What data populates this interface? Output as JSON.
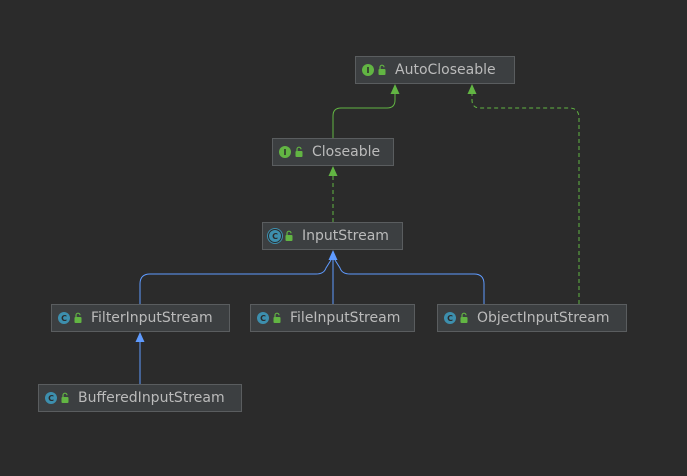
{
  "colors": {
    "background": "#2b2b2b",
    "node_fill": "#3c3f41",
    "node_border": "#5a5d5f",
    "text": "#bbbbbb",
    "interface_badge": "#62b543",
    "class_badge": "#3d8fae",
    "implements_edge": "#62b543",
    "extends_edge": "#5f9bff"
  },
  "nodes": {
    "autocloseable": {
      "label": "AutoCloseable",
      "kind": "interface",
      "badge": "I"
    },
    "closeable": {
      "label": "Closeable",
      "kind": "interface",
      "badge": "I"
    },
    "inputstream": {
      "label": "InputStream",
      "kind": "abstract-class",
      "badge": "C"
    },
    "filter": {
      "label": "FilterInputStream",
      "kind": "class",
      "badge": "C"
    },
    "file": {
      "label": "FileInputStream",
      "kind": "class",
      "badge": "C"
    },
    "object": {
      "label": "ObjectInputStream",
      "kind": "class",
      "badge": "C"
    },
    "buffered": {
      "label": "BufferedInputStream",
      "kind": "class",
      "badge": "C"
    }
  },
  "edges": [
    {
      "from": "closeable",
      "to": "autocloseable",
      "relation": "extends-interface",
      "style": "solid",
      "color": "green"
    },
    {
      "from": "inputstream",
      "to": "closeable",
      "relation": "implements",
      "style": "dashed",
      "color": "green"
    },
    {
      "from": "object",
      "to": "autocloseable",
      "relation": "implements",
      "style": "dashed",
      "color": "green"
    },
    {
      "from": "filter",
      "to": "inputstream",
      "relation": "extends",
      "style": "solid",
      "color": "blue"
    },
    {
      "from": "file",
      "to": "inputstream",
      "relation": "extends",
      "style": "solid",
      "color": "blue"
    },
    {
      "from": "object",
      "to": "inputstream",
      "relation": "extends",
      "style": "solid",
      "color": "blue"
    },
    {
      "from": "buffered",
      "to": "filter",
      "relation": "extends",
      "style": "solid",
      "color": "blue"
    }
  ]
}
